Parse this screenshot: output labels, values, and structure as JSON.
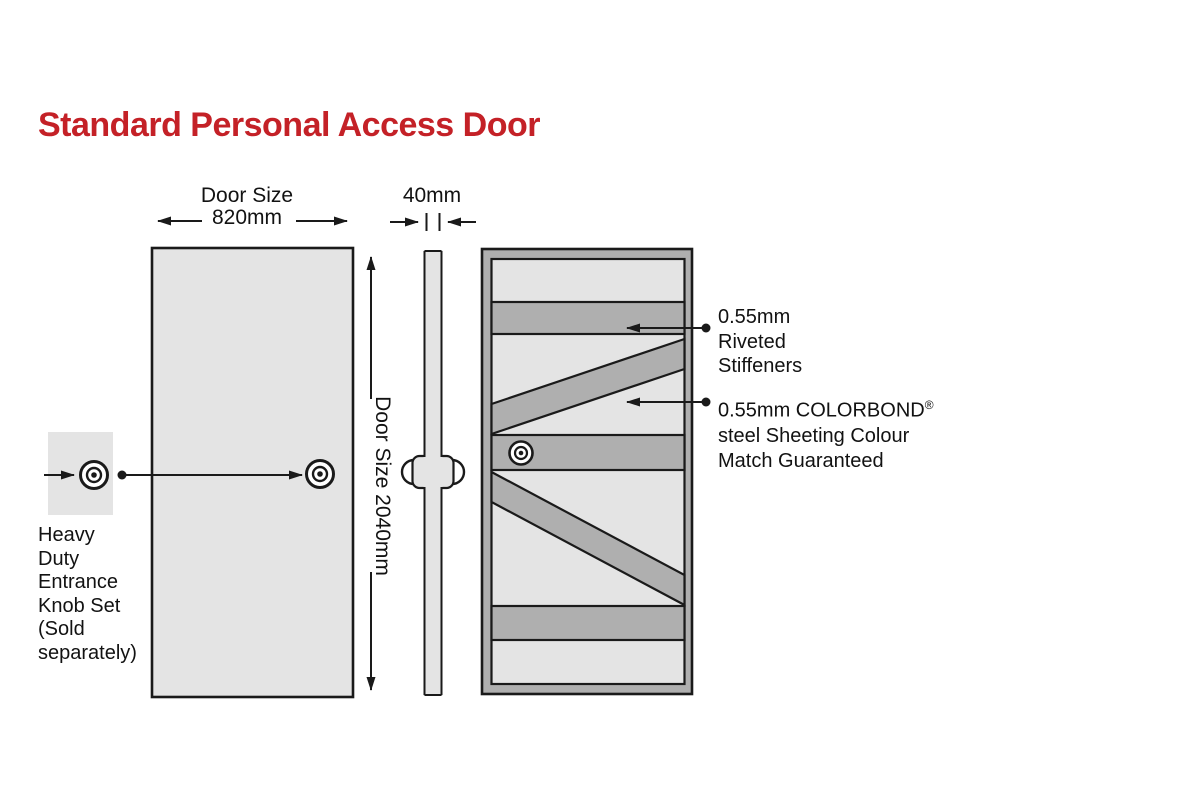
{
  "title": "Standard Personal Access Door",
  "colors": {
    "title_red": "#C42127",
    "panel_light": "#E4E4E4",
    "band_gray": "#AFAFAF",
    "stroke": "#1A1A1A"
  },
  "dimensions": {
    "door_width": {
      "label_line1": "Door Size",
      "label_line2": "820mm"
    },
    "door_thickness": {
      "label": "40mm"
    },
    "door_height": {
      "label": "Door Size 2040mm"
    }
  },
  "annotations": {
    "knob_set": {
      "lines": [
        "Heavy",
        "Duty",
        "Entrance",
        "Knob Set",
        "(Sold",
        "separately)"
      ]
    },
    "stiffeners": {
      "lines": [
        "0.55mm",
        "Riveted",
        "Stiffeners"
      ]
    },
    "sheeting": {
      "line1_main": "0.55mm COLORBOND",
      "line1_sup": "®",
      "line2": "steel Sheeting Colour",
      "line3": "Match Guaranteed"
    }
  }
}
